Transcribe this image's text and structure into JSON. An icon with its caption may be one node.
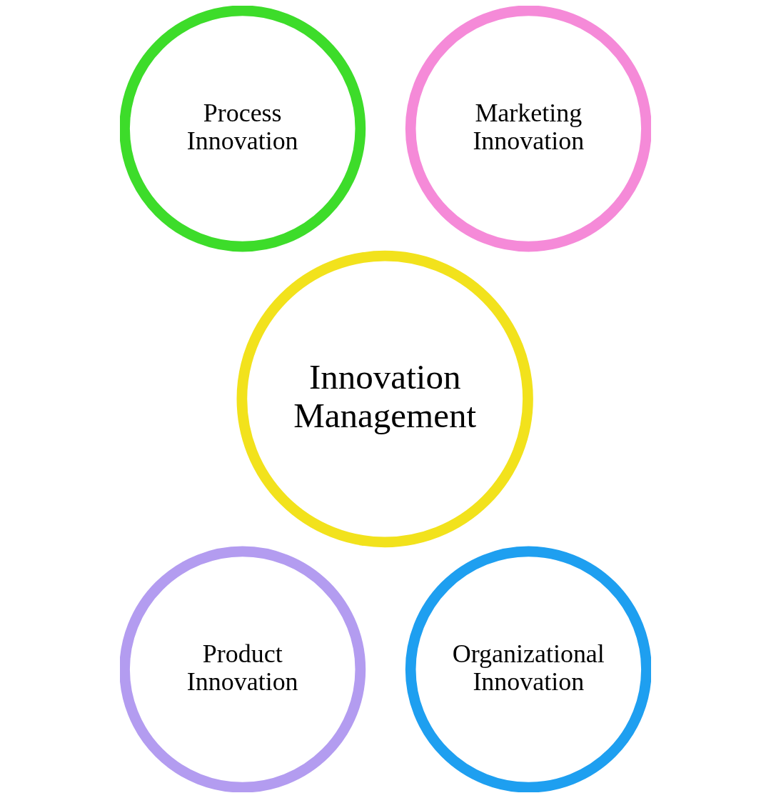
{
  "diagram": {
    "nodes": [
      {
        "text": [
          "Process Innovation"
        ]
      },
      {
        "text": [
          "Marketing Innovation"
        ]
      },
      {
        "text": [
          "Innovation Management"
        ]
      },
      {
        "text": [
          "Product Innovation"
        ]
      },
      {
        "text": [
          "Organizational Innovation"
        ]
      }
    ]
  }
}
